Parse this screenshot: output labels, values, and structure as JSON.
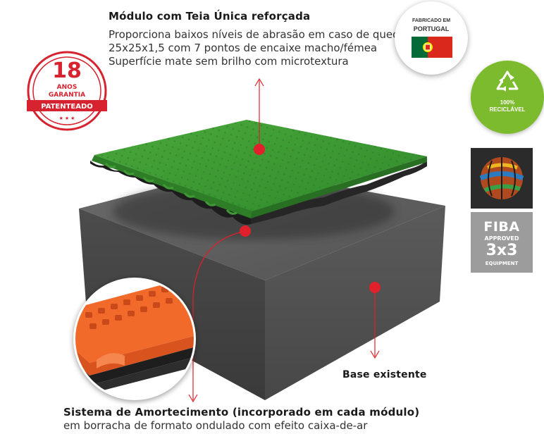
{
  "header": {
    "title": "Módulo com Teia Única reforçada",
    "lines": [
      "Proporciona baixos níveis de abrasão em caso de queda",
      "25x25x1,5 com 7 pontos de encaixe macho/fémea",
      "Superfície mate sem brilho com microtextura"
    ]
  },
  "stamp": {
    "number": "18",
    "word1": "ANOS",
    "word2": "GARANTIA",
    "ribbon": "PATENTEADO"
  },
  "portugal_badge": {
    "line1": "FABRICADO EM",
    "line2": "PORTUGAL"
  },
  "recycle_badge": {
    "line1": "100%",
    "line2": "RECICLÁVEL",
    "icon": "recycle-icon"
  },
  "fiba_badge": {
    "brand": "FIBA",
    "approved": "APPROVED",
    "format": "3x3",
    "equipment": "EQUIPMENT"
  },
  "base_label": "Base existente",
  "footer": {
    "title": "Sistema de Amortecimento (incorporado em cada módulo)",
    "line": "em borracha de formato ondulado com efeito caixa-de-ar"
  },
  "colors": {
    "tile_green": "#3f9a35",
    "accent_red": "#e0202a",
    "base_grey": "#4a4a4a",
    "recycle_green": "#7dbb2e",
    "fiba_grey": "#9c9c9c",
    "zoom_orange": "#f26a2a"
  }
}
